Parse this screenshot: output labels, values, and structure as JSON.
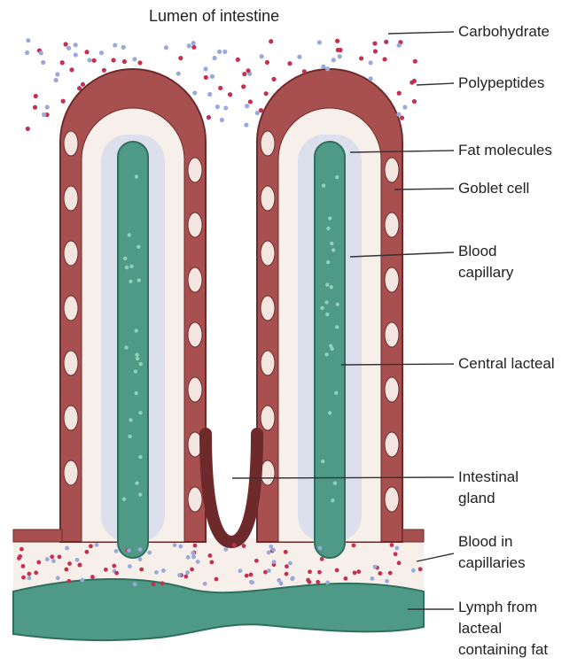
{
  "title": "Lumen of intestine",
  "labels": [
    {
      "id": "carbohydrate",
      "lines": [
        "Carbohydrate"
      ]
    },
    {
      "id": "polypeptides",
      "lines": [
        "Polypeptides"
      ]
    },
    {
      "id": "fat-molecules",
      "lines": [
        "Fat molecules"
      ]
    },
    {
      "id": "goblet-cell",
      "lines": [
        "Goblet cell"
      ]
    },
    {
      "id": "blood-capillary",
      "lines": [
        "Blood",
        "capillary"
      ]
    },
    {
      "id": "central-lacteal",
      "lines": [
        "Central lacteal"
      ]
    },
    {
      "id": "intestinal-gland",
      "lines": [
        "Intestinal",
        "gland"
      ]
    },
    {
      "id": "blood-in-capillaries",
      "lines": [
        "Blood in",
        "capillaries"
      ]
    },
    {
      "id": "lymph",
      "lines": [
        "Lymph from",
        "lacteal",
        "containing fat"
      ]
    }
  ],
  "colors": {
    "epithelium": "#a85050",
    "epithelium_dark": "#6e2a2a",
    "cell_light": "#f3e6e0",
    "lamina": "#f6efea",
    "lacteal": "#4f9a86",
    "lacteal_light": "#8fd0b8",
    "capillary": "#c7d4ef",
    "red_dot": "#c43050",
    "blue_dot": "#9aa9dc",
    "leader": "#333333"
  }
}
